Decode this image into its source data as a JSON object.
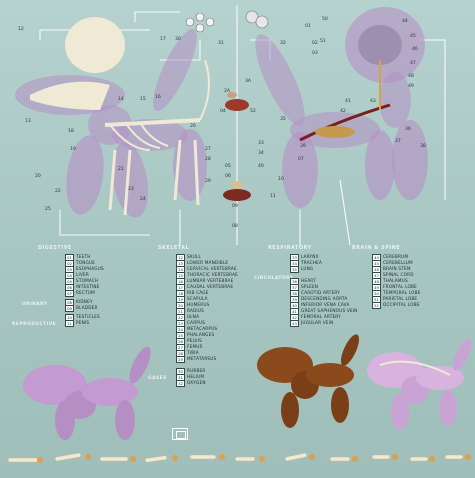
{
  "sections": {
    "digestive": "DIGESTIVE",
    "skeletal": "SKELETAL",
    "respiratory": "RESPIRATORY",
    "circulatory": "CIRCULATORY",
    "brain_spine": "BRAIN & SPINE",
    "urinary": "URINARY",
    "reproductive": "REPRODUCTIVE",
    "gases": "GASES"
  },
  "legend_digestive": [
    {
      "n": "01",
      "t": "TEETH"
    },
    {
      "n": "02",
      "t": "TONGUE"
    },
    {
      "n": "03",
      "t": "ESOPHAGUS"
    },
    {
      "n": "04",
      "t": "LIVER"
    },
    {
      "n": "05",
      "t": "STOMACH"
    },
    {
      "n": "06",
      "t": "INTESTINE"
    },
    {
      "n": "07",
      "t": "RECTUM"
    }
  ],
  "legend_urinary": [
    {
      "n": "08",
      "t": "KIDNEY"
    },
    {
      "n": "09",
      "t": "BLADDER"
    }
  ],
  "legend_reproductive": [
    {
      "n": "10",
      "t": "TESTICLES"
    },
    {
      "n": "11",
      "t": "PENIS"
    }
  ],
  "legend_skeletal": [
    {
      "n": "12",
      "t": "SKULL"
    },
    {
      "n": "13",
      "t": "LOWER MANDIBLE"
    },
    {
      "n": "14",
      "t": "CERVICAL VERTEBRAE"
    },
    {
      "n": "15",
      "t": "THORACIC VERTEBRAE"
    },
    {
      "n": "16",
      "t": "LUMBAR VERTEBRAE"
    },
    {
      "n": "17",
      "t": "CAUDAL VERTEBRAE"
    },
    {
      "n": "18",
      "t": "RIB CAGE"
    },
    {
      "n": "19",
      "t": "SCAPULA"
    },
    {
      "n": "20",
      "t": "HUMERUS"
    },
    {
      "n": "21",
      "t": "RADIUS"
    },
    {
      "n": "22",
      "t": "ULNA"
    },
    {
      "n": "23",
      "t": "CARPUS"
    },
    {
      "n": "24",
      "t": "METACARPUS"
    },
    {
      "n": "25",
      "t": "PHALANGES"
    },
    {
      "n": "26",
      "t": "PELVIS"
    },
    {
      "n": "27",
      "t": "FEMUR"
    },
    {
      "n": "28",
      "t": "TIBIA"
    },
    {
      "n": "29",
      "t": "METATARSUS"
    }
  ],
  "legend_gases": [
    {
      "n": "30",
      "t": "RUBBER"
    },
    {
      "n": "31",
      "t": "HELIUM"
    },
    {
      "n": "32",
      "t": "OXYGEN"
    }
  ],
  "legend_respiratory": [
    {
      "n": "33",
      "t": "LARYNX"
    },
    {
      "n": "34",
      "t": "TRACHEA"
    },
    {
      "n": "35",
      "t": "LUNG"
    }
  ],
  "legend_circulatory": [
    {
      "n": "36",
      "t": "HEART"
    },
    {
      "n": "37",
      "t": "SPLEEN"
    },
    {
      "n": "38",
      "t": "CAROTID ARTERY"
    },
    {
      "n": "39",
      "t": "DESCENDING AORTA"
    },
    {
      "n": "40",
      "t": "INFERIOR VENA CAVA"
    },
    {
      "n": "41",
      "t": "GREAT SAPHENOUS VEIN"
    },
    {
      "n": "42",
      "t": "FEMORAL ARTERY"
    },
    {
      "n": "43",
      "t": "JUGULAR VEIN"
    }
  ],
  "legend_brain": [
    {
      "n": "44",
      "t": "CEREBRUM"
    },
    {
      "n": "45",
      "t": "CEREBELLUM"
    },
    {
      "n": "46",
      "t": "BRAIN STEM"
    },
    {
      "n": "47",
      "t": "SPINAL CORD"
    },
    {
      "n": "48",
      "t": "THALAMUS"
    },
    {
      "n": "49",
      "t": "FRONTAL LOBE"
    },
    {
      "n": "50",
      "t": "TEMPORAL LOBE"
    },
    {
      "n": "51",
      "t": "PARIETAL LOBE"
    },
    {
      "n": "52",
      "t": "OCCIPITAL LOBE"
    }
  ],
  "callouts": [
    "12",
    "13",
    "14",
    "15",
    "16",
    "17",
    "18",
    "19",
    "20",
    "21",
    "22",
    "23",
    "24",
    "25",
    "26",
    "27",
    "28",
    "29",
    "30",
    "31",
    "32",
    "33",
    "34",
    "35",
    "36",
    "37",
    "38",
    "39",
    "40",
    "41",
    "42",
    "43",
    "44",
    "45",
    "46",
    "47",
    "48",
    "49",
    "50",
    "51",
    "52",
    "01",
    "02",
    "03",
    "04",
    "05",
    "06",
    "07",
    "08",
    "09",
    "10",
    "11",
    "2A",
    "3A"
  ],
  "colors": {
    "background": "#a9c7c3",
    "balloon_purple": "#b58fc4",
    "balloon_brown": "#8a4a1c",
    "bone": "#efe9d6",
    "organ_red": "#8e2a2a",
    "label_line": "#ffffff"
  },
  "icons": [
    "skeleton-dog-illustration",
    "organ-dog-illustration",
    "balloon-dog-purple",
    "balloon-dog-brown",
    "balloon-dog-skeleton-overlay",
    "molecule-icon",
    "helium-sphere-icon",
    "lungs-icon",
    "kidney-icon",
    "bone-fragment-strip",
    "logo-mark"
  ]
}
